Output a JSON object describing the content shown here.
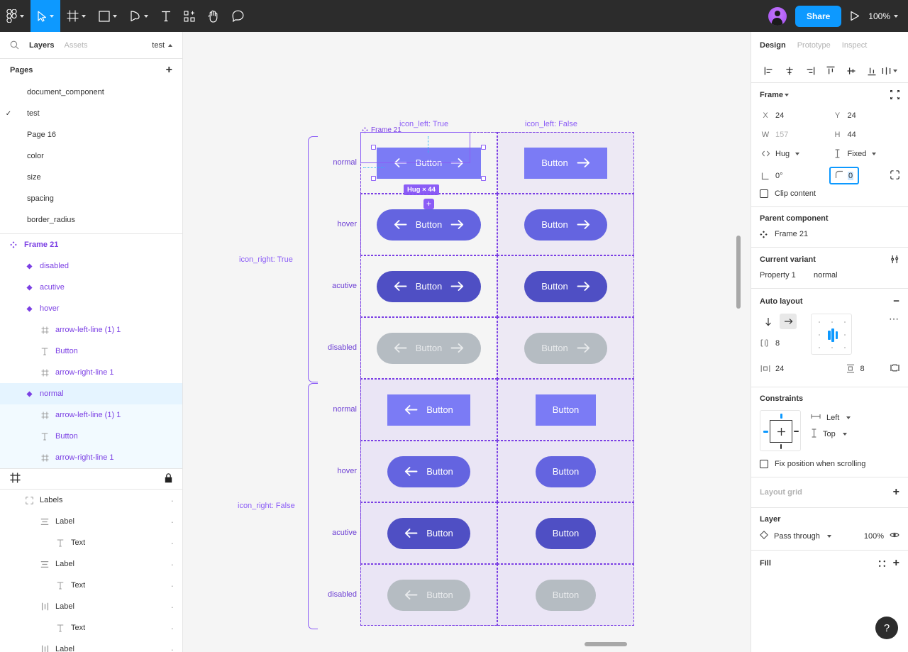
{
  "toolbar": {
    "tools": [
      {
        "name": "figma-menu-icon",
        "label": "",
        "caret": true,
        "active": false
      },
      {
        "name": "move-tool-icon",
        "label": "",
        "caret": true,
        "active": true
      },
      {
        "name": "frame-tool-icon",
        "label": "",
        "caret": true,
        "active": false
      },
      {
        "name": "shape-tool-icon",
        "label": "",
        "caret": true,
        "active": false
      },
      {
        "name": "pen-tool-icon",
        "label": "",
        "caret": true,
        "active": false
      },
      {
        "name": "text-tool-icon",
        "label": "",
        "caret": false,
        "active": false
      },
      {
        "name": "components-tool-icon",
        "label": "",
        "caret": false,
        "active": false
      },
      {
        "name": "hand-tool-icon",
        "label": "",
        "caret": false,
        "active": false
      },
      {
        "name": "comment-tool-icon",
        "label": "",
        "caret": false,
        "active": false
      }
    ],
    "share_label": "Share",
    "zoom_label": "100%",
    "accent_blue": "#0d99ff",
    "bar_bg": "#2c2c2c"
  },
  "left_panel": {
    "tabs": [
      {
        "label": "Layers",
        "active": true
      },
      {
        "label": "Assets",
        "active": false
      }
    ],
    "file_name": "test",
    "pages_title": "Pages",
    "pages": [
      {
        "label": "document_component",
        "current": false
      },
      {
        "label": "test",
        "current": true
      },
      {
        "label": "Page 16",
        "current": false
      },
      {
        "label": "color",
        "current": false
      },
      {
        "label": "size",
        "current": false
      },
      {
        "label": "spacing",
        "current": false
      },
      {
        "label": "border_radius",
        "current": false
      }
    ],
    "layers": [
      {
        "label": "Frame 21",
        "icon": "component-set-icon",
        "indent": 0,
        "selected": false,
        "bold": true,
        "dot": false
      },
      {
        "label": "disabled",
        "icon": "component-icon",
        "indent": 1,
        "selected": false,
        "dot": false
      },
      {
        "label": "acutive",
        "icon": "component-icon",
        "indent": 1,
        "selected": false,
        "dot": false
      },
      {
        "label": "hover",
        "icon": "component-icon",
        "indent": 1,
        "selected": false,
        "dot": false
      },
      {
        "label": "arrow-left-line (1) 1",
        "icon": "frame-icon",
        "indent": 2,
        "selected": false,
        "dot": false
      },
      {
        "label": "Button",
        "icon": "text-icon",
        "indent": 2,
        "selected": false,
        "dot": false
      },
      {
        "label": "arrow-right-line 1",
        "icon": "frame-icon",
        "indent": 2,
        "selected": false,
        "dot": false
      },
      {
        "label": "normal",
        "icon": "component-icon",
        "indent": 1,
        "selected": true,
        "dot": false
      },
      {
        "label": "arrow-left-line (1) 1",
        "icon": "frame-icon",
        "indent": 2,
        "selected": false,
        "child": true,
        "dot": false
      },
      {
        "label": "Button",
        "icon": "text-icon",
        "indent": 2,
        "selected": false,
        "child": true,
        "dot": false
      },
      {
        "label": "arrow-right-line 1",
        "icon": "frame-icon",
        "indent": 2,
        "selected": false,
        "child": true,
        "dot": false
      }
    ],
    "layers_bottom": [
      {
        "label": "Labels",
        "icon": "group-icon",
        "indent": 1,
        "dot": true,
        "gray": true
      },
      {
        "label": "Label",
        "icon": "autolayout-v-icon",
        "indent": 2,
        "dot": true,
        "gray": true
      },
      {
        "label": "Text",
        "icon": "text-icon",
        "indent": 3,
        "dot": true,
        "gray": true
      },
      {
        "label": "Label",
        "icon": "autolayout-v-icon",
        "indent": 2,
        "dot": true,
        "gray": true
      },
      {
        "label": "Text",
        "icon": "text-icon",
        "indent": 3,
        "dot": true,
        "gray": true
      },
      {
        "label": "Label",
        "icon": "autolayout-h-icon",
        "indent": 2,
        "dot": true,
        "gray": true
      },
      {
        "label": "Text",
        "icon": "text-icon",
        "indent": 3,
        "dot": true,
        "gray": true
      },
      {
        "label": "Label",
        "icon": "autolayout-h-icon",
        "indent": 2,
        "dot": true,
        "gray": true
      }
    ]
  },
  "canvas": {
    "frame_title": "Frame 21",
    "column_headers": [
      "icon_left: True",
      "icon_left: False"
    ],
    "group_labels": [
      "icon_right: True",
      "icon_right: False"
    ],
    "row_labels_top": [
      "normal",
      "hover",
      "acutive",
      "disabled"
    ],
    "row_labels_bottom": [
      "normal",
      "hover",
      "acutive",
      "disabled"
    ],
    "button_label": "Button",
    "selection_badge": "Hug × 44",
    "colors": {
      "normal": "#7b7bf5",
      "hover": "#6464e0",
      "active": "#4f4fc4",
      "disabled": "#b5bcc2",
      "frame_purple": "#7b3fe4",
      "canvas_bg": "#f5f5f5"
    },
    "variants": [
      {
        "row": "normal",
        "icon_left": true,
        "icon_right": true,
        "shape": "sq",
        "state": "normal",
        "selected": true
      },
      {
        "row": "normal",
        "icon_left": false,
        "icon_right": true,
        "shape": "sq",
        "state": "normal",
        "selected": false
      },
      {
        "row": "hover",
        "icon_left": true,
        "icon_right": true,
        "shape": "round",
        "state": "hover",
        "selected": false
      },
      {
        "row": "hover",
        "icon_left": false,
        "icon_right": true,
        "shape": "round",
        "state": "hover",
        "selected": false
      },
      {
        "row": "acutive",
        "icon_left": true,
        "icon_right": true,
        "shape": "round",
        "state": "active",
        "selected": false
      },
      {
        "row": "acutive",
        "icon_left": false,
        "icon_right": true,
        "shape": "round",
        "state": "active",
        "selected": false
      },
      {
        "row": "disabled",
        "icon_left": true,
        "icon_right": true,
        "shape": "round",
        "state": "disabled",
        "selected": false
      },
      {
        "row": "disabled",
        "icon_left": false,
        "icon_right": true,
        "shape": "round",
        "state": "disabled",
        "selected": false
      },
      {
        "row": "normal",
        "icon_left": true,
        "icon_right": false,
        "shape": "sq",
        "state": "normal",
        "selected": false
      },
      {
        "row": "normal",
        "icon_left": false,
        "icon_right": false,
        "shape": "sq",
        "state": "normal",
        "selected": false
      },
      {
        "row": "hover",
        "icon_left": true,
        "icon_right": false,
        "shape": "round",
        "state": "hover",
        "selected": false
      },
      {
        "row": "hover",
        "icon_left": false,
        "icon_right": false,
        "shape": "round",
        "state": "hover",
        "selected": false
      },
      {
        "row": "acutive",
        "icon_left": true,
        "icon_right": false,
        "shape": "round",
        "state": "active",
        "selected": false
      },
      {
        "row": "acutive",
        "icon_left": false,
        "icon_right": false,
        "shape": "round",
        "state": "active",
        "selected": false
      },
      {
        "row": "disabled",
        "icon_left": true,
        "icon_right": false,
        "shape": "round",
        "state": "disabled",
        "selected": false
      },
      {
        "row": "disabled",
        "icon_left": false,
        "icon_right": false,
        "shape": "round",
        "state": "disabled",
        "selected": false
      }
    ]
  },
  "right_panel": {
    "tabs": [
      {
        "label": "Design",
        "active": true
      },
      {
        "label": "Prototype",
        "active": false
      },
      {
        "label": "Inspect",
        "active": false
      }
    ],
    "align_buttons": [
      "align-left-icon",
      "align-horizontal-center-icon",
      "align-right-icon",
      "align-top-icon",
      "align-vertical-center-icon",
      "align-bottom-icon",
      "distribute-icon"
    ],
    "frame": {
      "title": "Frame",
      "x_label": "X",
      "x_value": "24",
      "y_label": "Y",
      "y_value": "24",
      "w_label": "W",
      "w_value": "157",
      "h_label": "H",
      "h_value": "44",
      "resize_h": "Hug",
      "resize_v": "Fixed",
      "rotation": "0°",
      "corner_radius": "0",
      "clip_content": "Clip content"
    },
    "parent_component": {
      "title": "Parent component",
      "name": "Frame 21"
    },
    "current_variant": {
      "title": "Current variant",
      "property_name": "Property 1",
      "property_value": "normal"
    },
    "auto_layout": {
      "title": "Auto layout",
      "direction_vertical": "↓",
      "direction_horizontal": "→",
      "gap": "8",
      "pad_horizontal": "24",
      "pad_vertical": "8"
    },
    "constraints": {
      "title": "Constraints",
      "horizontal": "Left",
      "vertical": "Top",
      "fix_position": "Fix position when scrolling"
    },
    "layout_grid": {
      "title": "Layout grid"
    },
    "layer": {
      "title": "Layer",
      "blend_mode": "Pass through",
      "opacity": "100%"
    },
    "fill": {
      "title": "Fill"
    },
    "help_label": "?"
  }
}
